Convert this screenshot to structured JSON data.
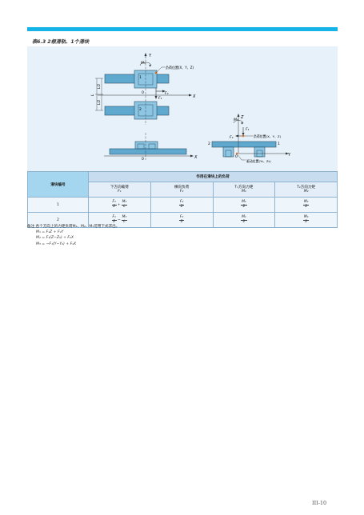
{
  "caption": "表6.3  2根滑轨、1个滑块",
  "figure": {
    "load_position_label": "负荷位置(X、Y、Z)",
    "drive_position_label": "驱动位置(Y₀、Z₀)",
    "axis_x": "X",
    "axis_y": "Y",
    "axis_z": "Z",
    "origin": "0",
    "block_1": "1",
    "block_2": "2",
    "dim_l": "L",
    "dim_half": "L/2",
    "force_f1": "F₁",
    "force_f2": "F₂",
    "moment_m3": "M₃"
  },
  "table": {
    "col_block": "滑块编号",
    "col_loads": "作用在滑块上的负荷",
    "sub_headers": [
      {
        "label": "下方向载荷",
        "symbol": "F₁"
      },
      {
        "label": "横向负荷",
        "symbol": "F₂"
      },
      {
        "label": "T₁方向力矩",
        "symbol": "M₁"
      },
      {
        "label": "T₂方向力矩",
        "symbol": "M₂"
      }
    ],
    "rows": [
      {
        "id": "1",
        "c1a_num": "F₁",
        "c1a_den": "2",
        "c1_op": "+",
        "c1b_num": "M₃",
        "c1b_den": "L",
        "c2_num": "F₂",
        "c2_den": "2",
        "c3_num": "M₁",
        "c3_den": "2",
        "c4_num": "M₂",
        "c4_den": "2"
      },
      {
        "id": "2",
        "c1a_num": "F₁",
        "c1a_den": "2",
        "c1_op": "−",
        "c1b_num": "M₃",
        "c1b_den": "L",
        "c2_num": "F₂",
        "c2_den": "2",
        "c3_num": "M₁",
        "c3_den": "2",
        "c4_num": "M₂",
        "c4_den": "2"
      }
    ]
  },
  "notes": {
    "intro": "备注   各个方向上的力矩负荷M₁、M₂、M₃可用下式求出。",
    "eq1": "M₁ = F₁Z + F₂Y",
    "eq2": "M₂ = F₁(Z−Z₀) + F₂X",
    "eq3": "M₃ = −F₁(Y−Y₀) + F₂X"
  },
  "page_number": "III-10",
  "colors": {
    "accent_bar": "#15b3e8",
    "figure_bg": "#e6f1f9",
    "row_label_bg": "#a4d6ef",
    "header_bg": "#c7dcee"
  }
}
